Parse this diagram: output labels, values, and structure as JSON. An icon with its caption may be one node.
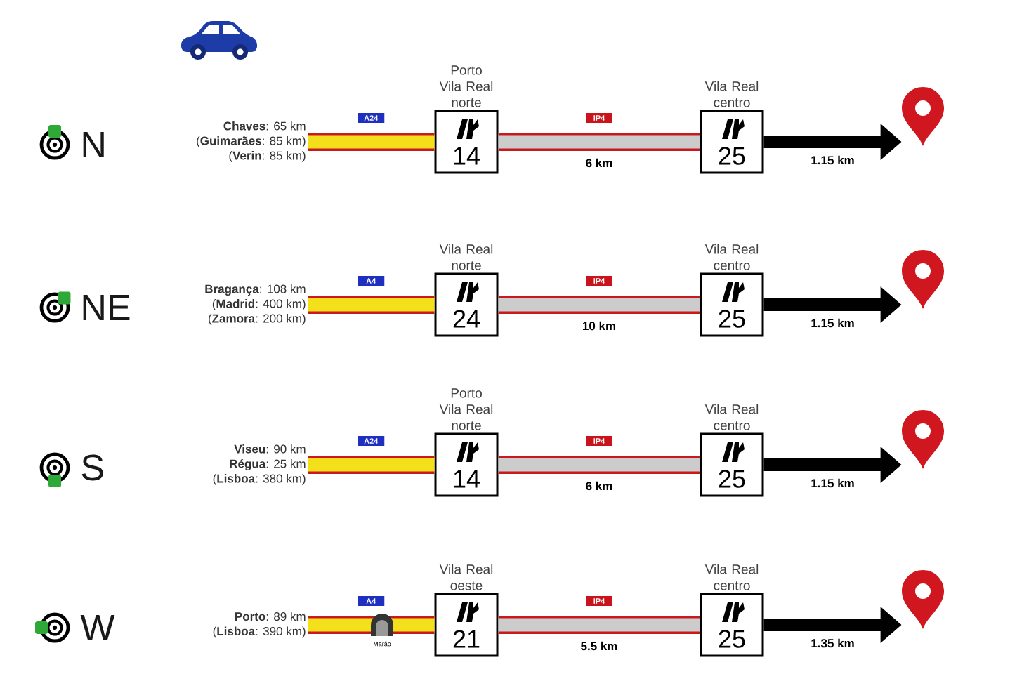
{
  "diagram": {
    "nodes": [
      {
        "text": [
          "**Chaves**: 65 km",
          "(**Guimarães**: 85 km)",
          "(**Verin**: 85 km)"
        ]
      },
      {
        "text": [
          "Porto Vila Real norte",
          "14"
        ]
      },
      {
        "text": [
          "Vila Real centro",
          "25"
        ]
      },
      {
        "text": [],
        "shape": "pin"
      },
      {
        "text": [
          "**Bragança**: 108 km",
          "(**Madrid**: 400 km)",
          "(**Zamora**: 200 km)"
        ]
      },
      {
        "text": [
          "Vila Real norte",
          "24"
        ]
      },
      {
        "text": [
          "Vila Real centro",
          "25"
        ]
      },
      {
        "text": [],
        "shape": "pin"
      },
      {
        "text": [
          "**Viseu**: 90 km",
          "**Régua**: 25 km",
          "(**Lisboa**: 380 km)"
        ]
      },
      {
        "text": [
          "Porto Vila Real norte",
          "14"
        ]
      },
      {
        "text": [
          "Vila Real centro",
          "25"
        ]
      },
      {
        "text": [],
        "shape": "pin"
      },
      {
        "text": [
          "**Porto**: 89 km",
          "(**Lisboa**: 390 km)"
        ]
      },
      {
        "text": [
          "Vila Real oeste",
          "21"
        ]
      },
      {
        "text": [
          "Vila Real centro",
          "25"
        ]
      },
      {
        "text": [],
        "shape": "pin"
      }
    ],
    "edges": [
      {
        "from": 0,
        "to": 1,
        "arrow": "none",
        "label": "A24",
        "color": "#f4e01a"
      },
      {
        "from": 1,
        "to": 2,
        "arrow": "none",
        "label": "IP4",
        "color": "#cccccc"
      },
      {
        "from": 2,
        "to": 3,
        "arrow": "to",
        "label": "1.15 km",
        "color": "#000000"
      },
      {
        "from": 4,
        "to": 5,
        "arrow": "none",
        "label": "A4",
        "color": "#f4e01a"
      },
      {
        "from": 5,
        "to": 6,
        "arrow": "none",
        "label": "IP4",
        "color": "#cccccc"
      },
      {
        "from": 6,
        "to": 7,
        "arrow": "to",
        "label": "1.15 km",
        "color": "#000000"
      },
      {
        "from": 8,
        "to": 9,
        "arrow": "none",
        "label": "A24",
        "color": "#f4e01a"
      },
      {
        "from": 9,
        "to": 10,
        "arrow": "none",
        "label": "IP4",
        "color": "#cccccc"
      },
      {
        "from": 10,
        "to": 11,
        "arrow": "to",
        "label": "1.15 km",
        "color": "#000000"
      },
      {
        "from": 12,
        "to": 13,
        "arrow": "none",
        "label": "A4",
        "color": "#f4e01a"
      },
      {
        "from": 13,
        "to": 14,
        "arrow": "none",
        "label": "IP4",
        "color": "#cccccc"
      },
      {
        "from": 14,
        "to": 15,
        "arrow": "to",
        "label": "1.35 km",
        "color": "#000000"
      }
    ],
    "labels": [
      "N",
      "6 km",
      "NE",
      "10 km",
      "S",
      "6 km",
      "W",
      "Marão",
      "5.5 km"
    ]
  }
}
